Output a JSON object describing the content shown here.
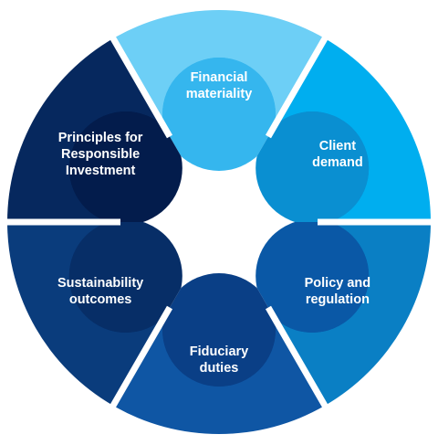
{
  "segments": [
    {
      "id": "financial-materiality",
      "lines": [
        "Financial",
        "materiality"
      ],
      "color": "#6dcff6",
      "lobe": "#35b6ee"
    },
    {
      "id": "client-demand",
      "lines": [
        "Client",
        "demand"
      ],
      "color": "#00aeef",
      "lobe": "#0a8fd1"
    },
    {
      "id": "policy-and-regulation",
      "lines": [
        "Policy and",
        "regulation"
      ],
      "color": "#0a7fc4",
      "lobe": "#0a58a6"
    },
    {
      "id": "fiduciary-duties",
      "lines": [
        "Fiduciary",
        "duties"
      ],
      "color": "#0f56a4",
      "lobe": "#0a3f86"
    },
    {
      "id": "sustainability-outcomes",
      "lines": [
        "Sustainability",
        "outcomes"
      ],
      "color": "#0a3c7c",
      "lobe": "#072e67"
    },
    {
      "id": "principles-for-responsible-investment",
      "lines": [
        "Principles for",
        "Responsible",
        "Investment"
      ],
      "color": "#06285e",
      "lobe": "#031c4c"
    }
  ]
}
